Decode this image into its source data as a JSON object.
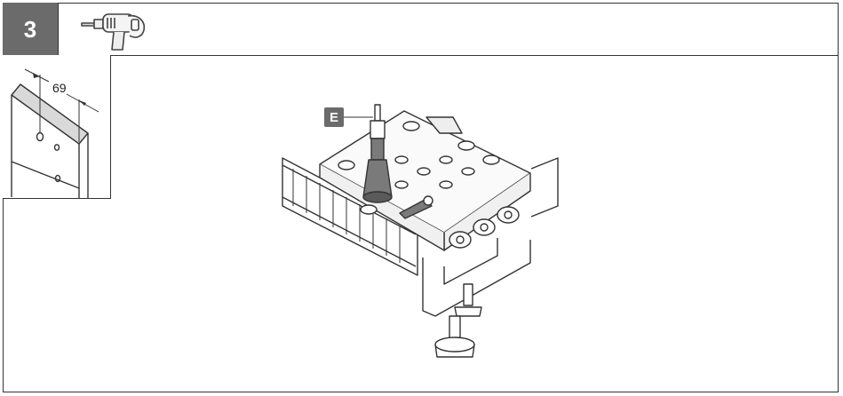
{
  "step": {
    "number": "3"
  },
  "header": {
    "tool_icon": "power-drill-icon"
  },
  "inset": {
    "dimension_value": "69"
  },
  "callout": {
    "label": "E"
  },
  "colors": {
    "badge_gray": "#6b6b6b",
    "line": "#333333",
    "fill_gray": "#7a7a7a",
    "light_gray": "#d9d9d9"
  }
}
